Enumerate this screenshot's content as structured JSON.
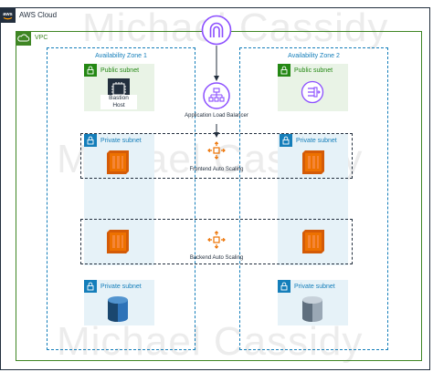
{
  "aws_cloud": {
    "label": "AWS Cloud",
    "logo_text": "aws",
    "icon": "aws-logo-icon"
  },
  "vpc": {
    "label": "VPC",
    "icon": "vpc-cloud-icon"
  },
  "az1": {
    "label": "Availability Zone 1"
  },
  "az2": {
    "label": "Availability Zone 2"
  },
  "public_subnet_1": {
    "label": "Public subnet",
    "icon": "lock-icon"
  },
  "public_subnet_2": {
    "label": "Public subnet",
    "icon": "lock-icon"
  },
  "bastion": {
    "label_line1": "Bastion",
    "label_line2": "Host",
    "icon": "ec2-instance-icon"
  },
  "nat_gateway": {
    "icon": "nat-gateway-icon"
  },
  "internet_gateway": {
    "icon": "internet-gateway-icon"
  },
  "alb": {
    "label": "Application Load Balancer",
    "icon": "load-balancer-icon"
  },
  "private_subnet_frontend_1": {
    "label": "Private subnet"
  },
  "private_subnet_frontend_2": {
    "label": "Private subnet"
  },
  "frontend_asg": {
    "label": "Frontend Auto Scaling",
    "icon": "auto-scaling-icon"
  },
  "backend_asg": {
    "label": "Backend Auto Scaling",
    "icon": "auto-scaling-icon"
  },
  "private_subnet_db_1": {
    "label": "Private subnet"
  },
  "private_subnet_db_2": {
    "label": "Private subnet"
  },
  "watermark": {
    "text": "Michael Cassidy"
  },
  "colors": {
    "aws_frame": "#232f3e",
    "vpc_green": "#3f8624",
    "public_subnet_green": "#248814",
    "private_subnet_blue": "#147eba",
    "ec2_orange": "#ed7100",
    "network_purple": "#8c4fff",
    "rds_blue": "#2e73b8"
  }
}
